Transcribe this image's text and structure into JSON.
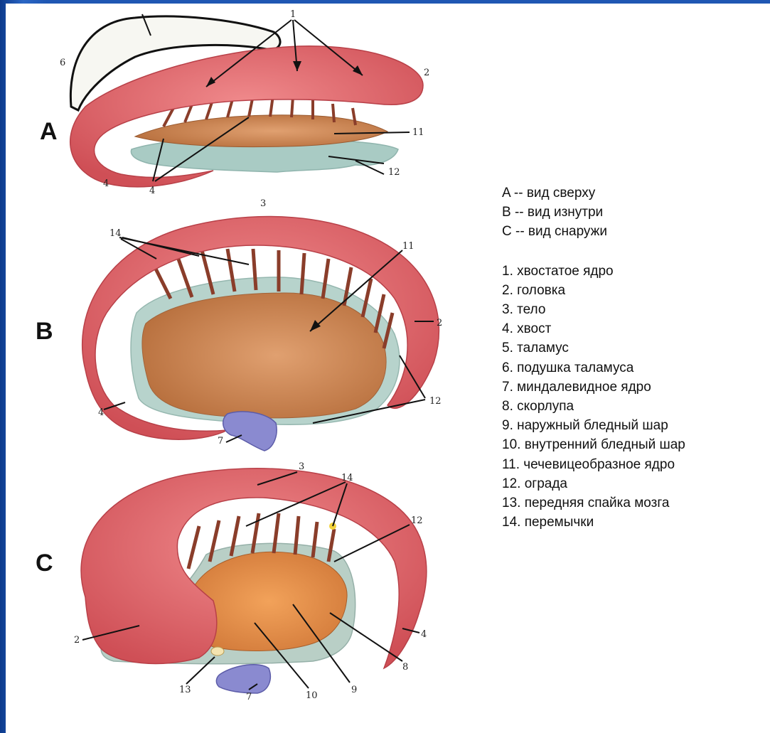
{
  "views": {
    "a": "A",
    "b": "B",
    "c": "C"
  },
  "legend": {
    "views": [
      "A -- вид сверху",
      "B -- вид изнутри",
      "C -- вид снаружи"
    ],
    "items": [
      "1. хвостатое ядро",
      "2. головка",
      "3. тело",
      "4. хвост",
      "5. таламус",
      "6. подушка таламуса",
      "7. миндалевидное ядро",
      "8. скорлупа",
      "9. наружный бледный шар",
      "10. внутренний бледный шар",
      "11. чечевицеобразное ядро",
      "12. ограда",
      "13. передняя спайка мозга",
      "14. перемычки"
    ]
  },
  "labels": {
    "a": [
      "1",
      "6",
      "2",
      "11",
      "12",
      "4",
      "4"
    ],
    "b": [
      "3",
      "14",
      "11",
      "2",
      "12",
      "4",
      "7"
    ],
    "c": [
      "3",
      "14",
      "12",
      "4",
      "8",
      "9",
      "10",
      "7",
      "13",
      "2"
    ]
  },
  "colors": {
    "caudate": "#e06a6e",
    "lentiform": "#c9834f",
    "claustrum": "#a9cbc4",
    "amygdala": "#7f7fc9",
    "background_border": "#1f57b3"
  }
}
